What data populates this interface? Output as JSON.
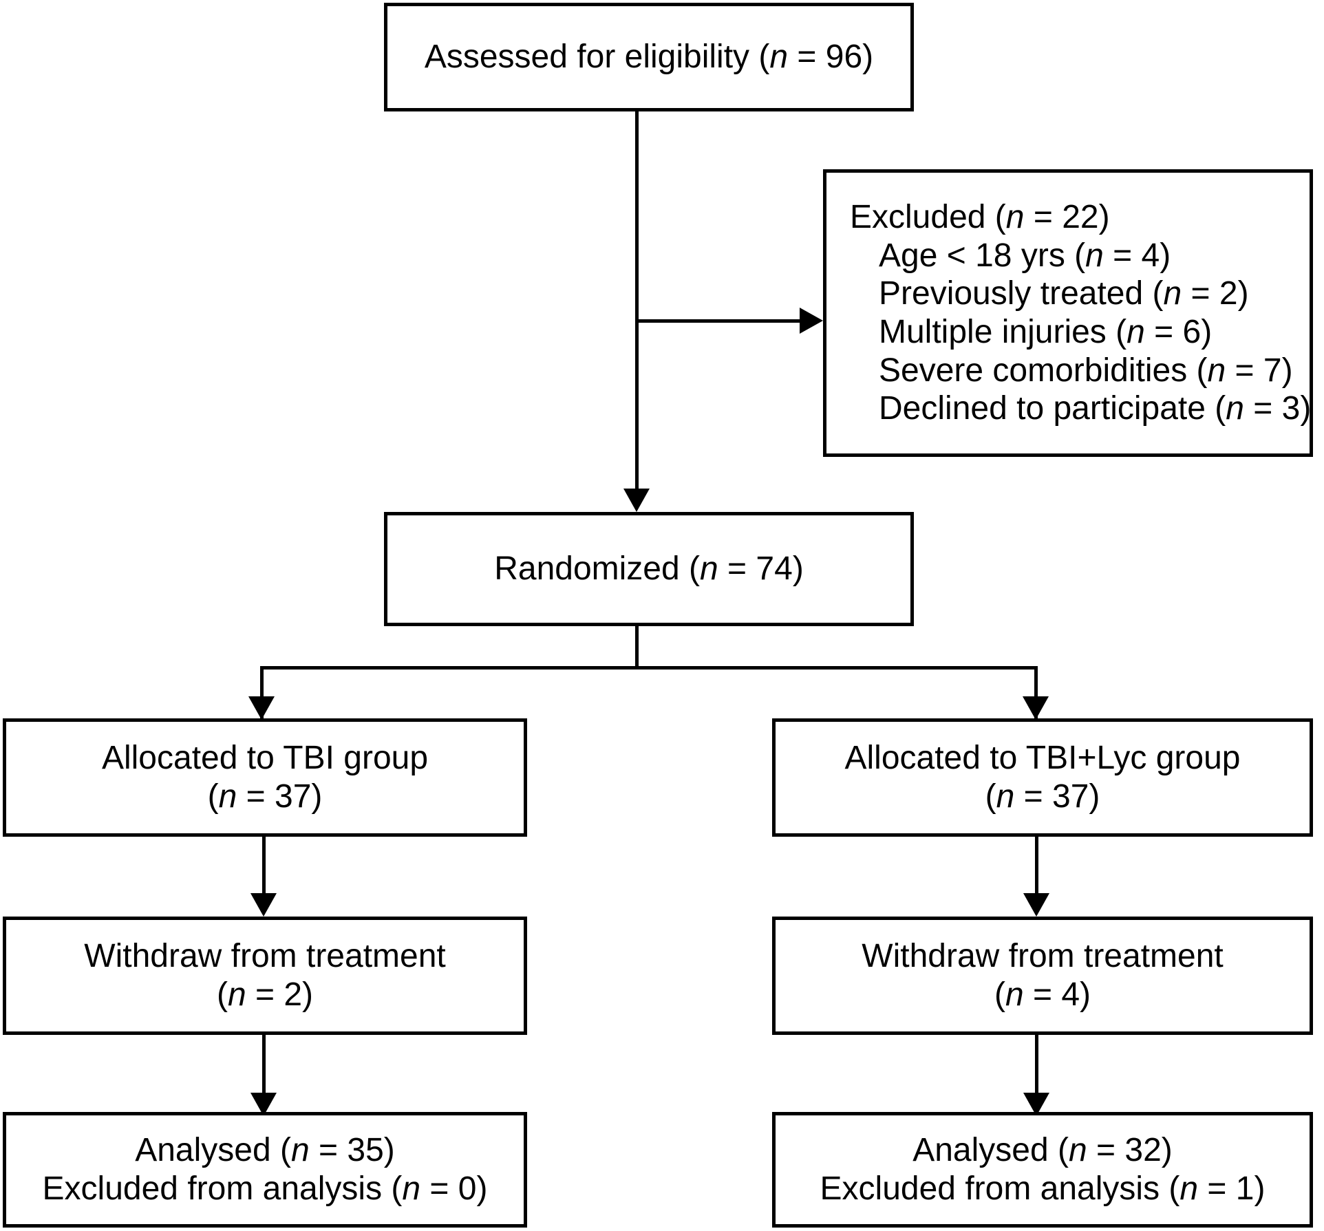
{
  "diagram": {
    "type": "consort-flow-diagram",
    "title": "",
    "colors": {
      "stroke": "#000000",
      "background": "#ffffff",
      "text": "#000000"
    },
    "nodes": {
      "enrollment": {
        "name": "assessed-for-eligibility",
        "lines": [
          {
            "text": "Assessed for eligibility (",
            "n_label": "n",
            "tail": " = 96)"
          }
        ],
        "full_text": "Assessed for eligibility (n = 96)"
      },
      "excluded": {
        "name": "excluded",
        "heading": {
          "text": "Excluded (",
          "n_label": "n",
          "tail": " = 22)"
        },
        "reasons": [
          {
            "text": "Age < 18 yrs (",
            "n_label": "n",
            "tail": " = 4)"
          },
          {
            "text": "Previously treated (",
            "n_label": "n",
            "tail": " = 2)"
          },
          {
            "text": "Multiple injuries (",
            "n_label": "n",
            "tail": " = 6)"
          },
          {
            "text": "Severe comorbidities (",
            "n_label": "n",
            "tail": " = 7)"
          },
          {
            "text": "Declined to participate (",
            "n_label": "n",
            "tail": " = 3)"
          }
        ],
        "full_text": "Excluded (n = 22); Age < 18 yrs (n = 4); Previously treated (n = 2); Multiple injuries (n = 6); Severe comorbidities (n = 7); Declined to participate (n = 3)"
      },
      "randomized": {
        "name": "randomized",
        "lines": [
          {
            "text": "Randomized (",
            "n_label": "n",
            "tail": " = 74)"
          }
        ],
        "full_text": "Randomized (n = 74)"
      },
      "alloc_left": {
        "name": "allocated-tbi-group",
        "lines": [
          {
            "text": "Allocated to TBI group",
            "n_label": "",
            "tail": ""
          },
          {
            "text": "(",
            "n_label": "n",
            "tail": " = 37)"
          }
        ],
        "full_text": "Allocated to TBI group (n = 37)"
      },
      "alloc_right": {
        "name": "allocated-tbi-lyc-group",
        "lines": [
          {
            "text": "Allocated to TBI+Lyc group",
            "n_label": "",
            "tail": ""
          },
          {
            "text": "(",
            "n_label": "n",
            "tail": " = 37)"
          }
        ],
        "full_text": "Allocated to TBI+Lyc group (n = 37)"
      },
      "withdraw_left": {
        "name": "withdraw-from-treatment-tbi",
        "lines": [
          {
            "text": "Withdraw from treatment",
            "n_label": "",
            "tail": ""
          },
          {
            "text": "(",
            "n_label": "n",
            "tail": " = 2)"
          }
        ],
        "full_text": "Withdraw from treatment (n = 2)"
      },
      "withdraw_right": {
        "name": "withdraw-from-treatment-tbi-lyc",
        "lines": [
          {
            "text": "Withdraw from treatment",
            "n_label": "",
            "tail": ""
          },
          {
            "text": "(",
            "n_label": "n",
            "tail": " = 4)"
          }
        ],
        "full_text": "Withdraw from treatment (n = 4)"
      },
      "analysed_left": {
        "name": "analysed-tbi",
        "lines": [
          {
            "text": "Analysed (",
            "n_label": "n",
            "tail": " = 35)"
          },
          {
            "text": "Excluded from analysis (",
            "n_label": "n",
            "tail": " = 0)"
          }
        ],
        "full_text": "Analysed (n = 35); Excluded from analysis (n = 0)"
      },
      "analysed_right": {
        "name": "analysed-tbi-lyc",
        "lines": [
          {
            "text": "Analysed (",
            "n_label": "n",
            "tail": " = 32)"
          },
          {
            "text": "Excluded from analysis (",
            "n_label": "n",
            "tail": " = 1)"
          }
        ],
        "full_text": "Analysed (n = 32); Excluded from analysis (n = 1)"
      }
    },
    "counts": {
      "assessed": 96,
      "excluded_total": 22,
      "excluded_age": 4,
      "excluded_previously_treated": 2,
      "excluded_multiple_injuries": 6,
      "excluded_severe_comorbidities": 7,
      "excluded_declined": 3,
      "randomized": 74,
      "allocated_tbi": 37,
      "allocated_tbi_lyc": 37,
      "withdraw_tbi": 2,
      "withdraw_tbi_lyc": 4,
      "analysed_tbi": 35,
      "analysed_tbi_lyc": 32,
      "excluded_from_analysis_tbi": 0,
      "excluded_from_analysis_tbi_lyc": 1
    }
  }
}
